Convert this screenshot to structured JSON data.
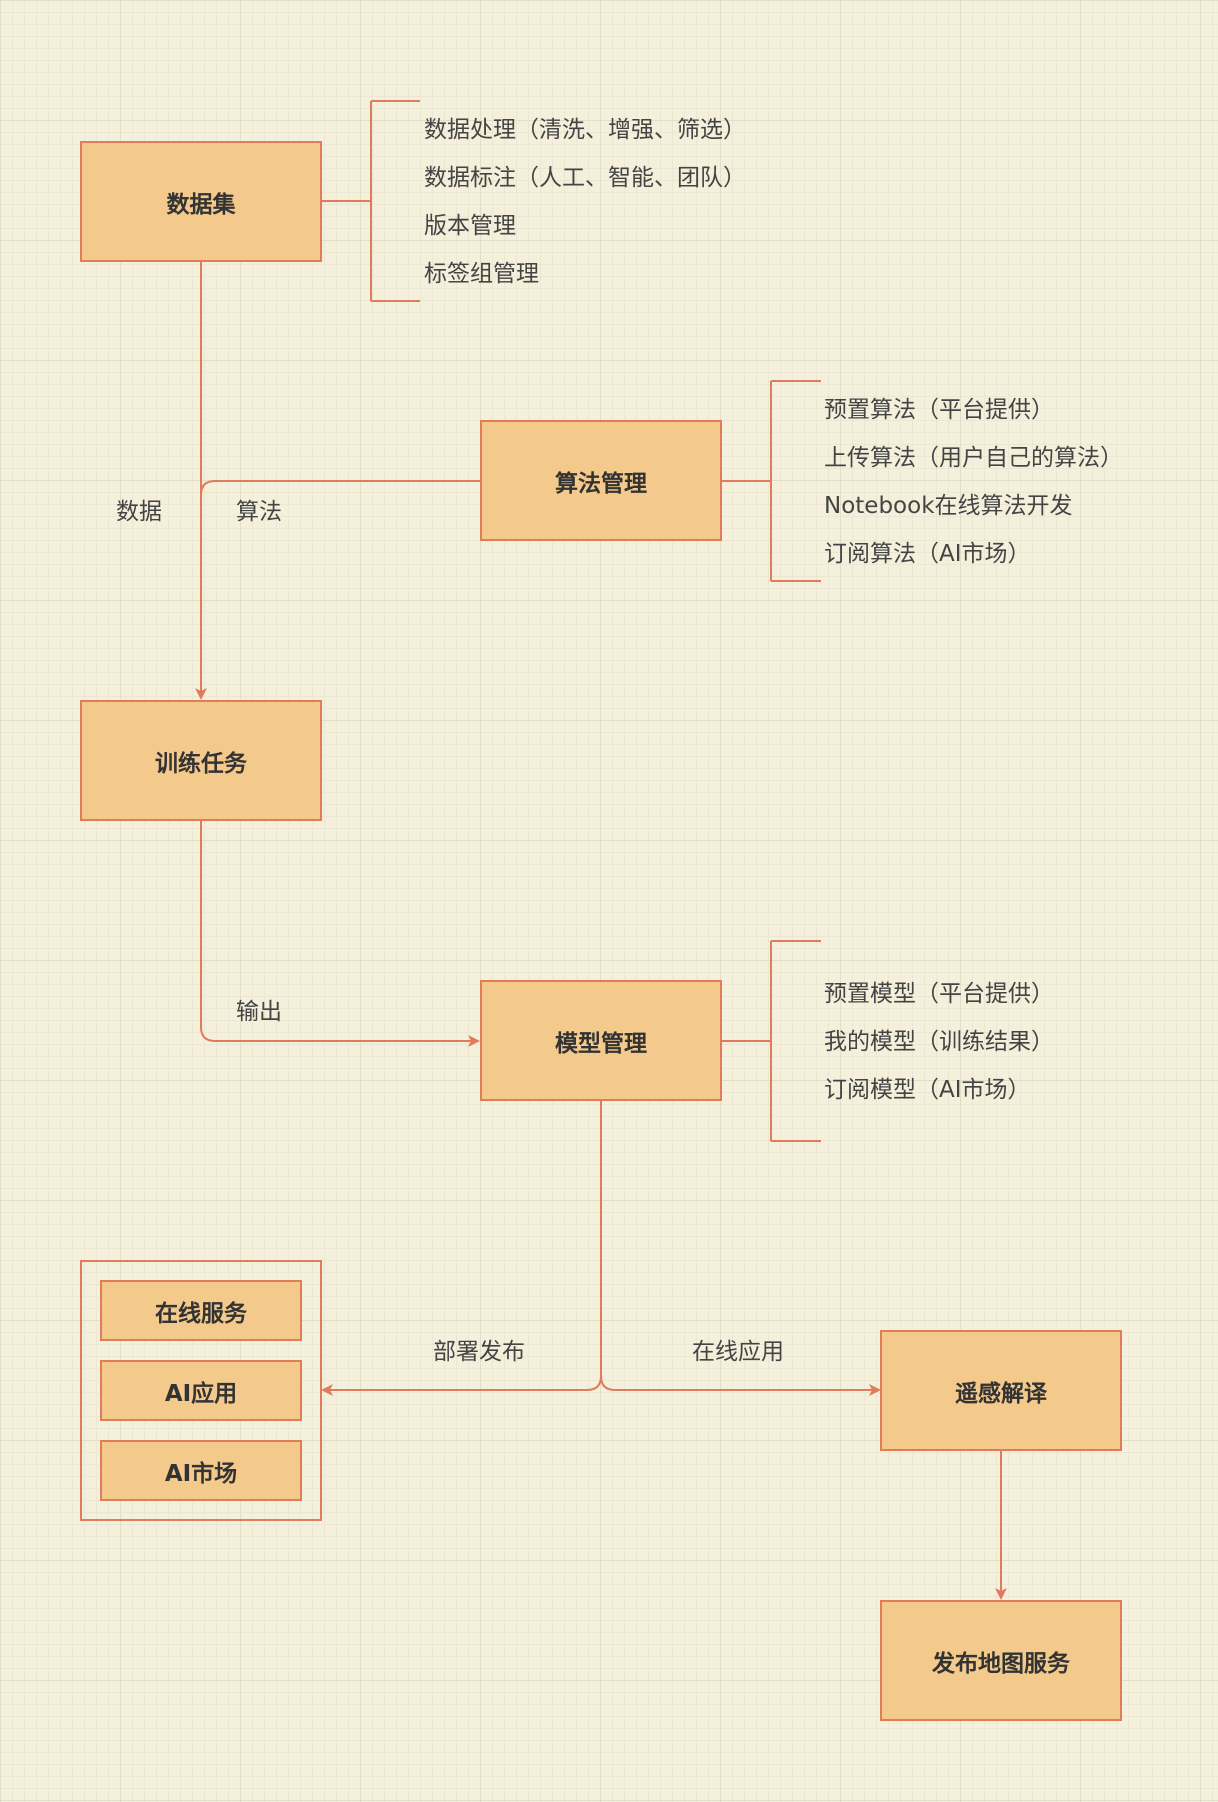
{
  "nodes": {
    "dataset": "数据集",
    "algorithm": "算法管理",
    "training": "训练任务",
    "model": "模型管理",
    "remote_sensing": "遥感解译",
    "publish_map": "发布地图服务"
  },
  "deploy_targets": [
    "在线服务",
    "AI应用",
    "AI市场"
  ],
  "dataset_features": [
    "数据处理（清洗、增强、筛选）",
    "数据标注（人工、智能、团队）",
    "版本管理",
    "标签组管理"
  ],
  "algorithm_features": [
    "预置算法（平台提供）",
    "上传算法（用户自己的算法）",
    "Notebook在线算法开发",
    "订阅算法（AI市场）"
  ],
  "model_features": [
    "预置模型（平台提供）",
    "我的模型（训练结果）",
    "订阅模型（AI市场）"
  ],
  "edge_labels": {
    "data": "数据",
    "algo": "算法",
    "output": "输出",
    "deploy": "部署发布",
    "online_app": "在线应用"
  },
  "colors": {
    "background": "#f5f0dc",
    "node_fill": "#f4c98c",
    "stroke": "#e07b5c"
  }
}
